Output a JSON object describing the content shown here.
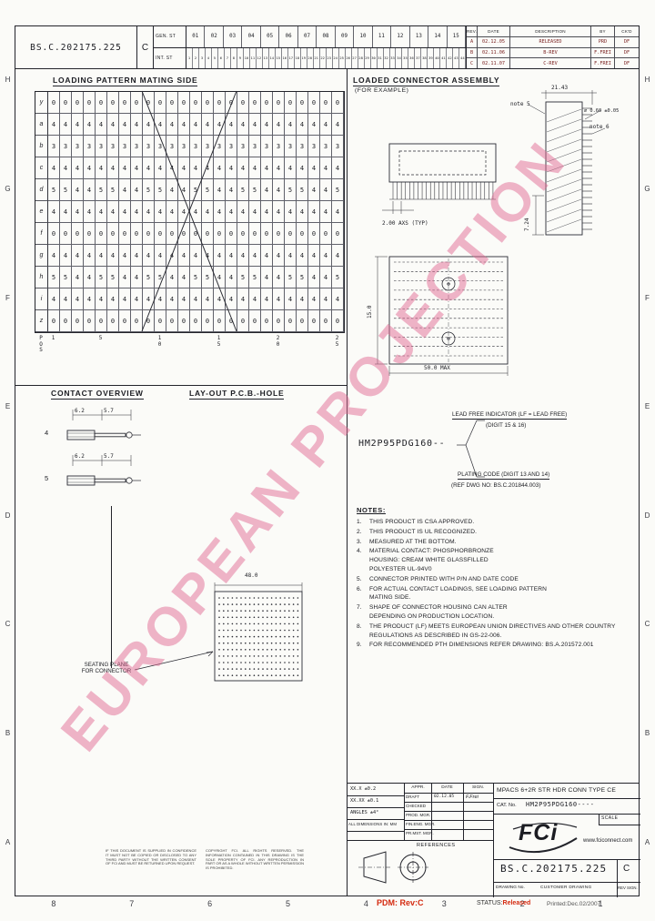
{
  "page": {
    "watermark": "EUROPEAN PROJECTION"
  },
  "frame": {
    "zone_letters": [
      "H",
      "G",
      "F",
      "E",
      "D",
      "C",
      "B",
      "A"
    ],
    "zone_numbers_bottom": [
      "8",
      "7",
      "6",
      "5",
      "4",
      "3",
      "2",
      "1"
    ]
  },
  "header": {
    "doc_number": "BS.C.202175.225",
    "revision": "C",
    "gen_st_label": "GEN. ST",
    "int_st_label": "INT. ST",
    "gen_st_cells": [
      "01",
      "02",
      "03",
      "04",
      "05",
      "06",
      "07",
      "08",
      "09",
      "10",
      "11",
      "12",
      "13",
      "14",
      "15"
    ],
    "int_st_cells": [
      "1",
      "2",
      "3",
      "4",
      "5",
      "6",
      "7",
      "8",
      "9",
      "10",
      "11",
      "12",
      "13",
      "14",
      "15",
      "16",
      "17",
      "18",
      "19",
      "20",
      "21",
      "22",
      "23",
      "24",
      "25",
      "26",
      "27",
      "28",
      "29",
      "30",
      "31",
      "32",
      "33",
      "34",
      "35",
      "36",
      "37",
      "38",
      "39",
      "40",
      "41",
      "42",
      "43",
      "44"
    ],
    "rev_table": {
      "headers": [
        "REV.",
        "DATE",
        "DESCRIPTION",
        "BY",
        "CK'D"
      ],
      "rows": [
        {
          "rev": "A",
          "date": "02.12.05",
          "description": "RELEASED",
          "by": "PRD",
          "ckd": "DF"
        },
        {
          "rev": "B",
          "date": "02.11.06",
          "description": "B-REV",
          "by": "F.FREI",
          "ckd": "DF"
        },
        {
          "rev": "C",
          "date": "02.11.07",
          "description": "C-REV",
          "by": "F.FREI",
          "ckd": "DF"
        }
      ]
    }
  },
  "loading_pattern": {
    "title": "LOADING PATTERN MATING SIDE",
    "rows": [
      {
        "label": "y",
        "cells": "0000000000000000000000000"
      },
      {
        "label": "a",
        "cells": "4444444444444444444444444"
      },
      {
        "label": "b",
        "cells": "3333333333333333333333333"
      },
      {
        "label": "c",
        "cells": "4444444444444444444444444"
      },
      {
        "label": "d",
        "cells": "5544554455445544554455445"
      },
      {
        "label": "e",
        "cells": "4444444444444444444444444"
      },
      {
        "label": "f",
        "cells": "0000000000000000000000000"
      },
      {
        "label": "g",
        "cells": "4444444444444444444444444"
      },
      {
        "label": "h",
        "cells": "5544554455445544554455445"
      },
      {
        "label": "i",
        "cells": "4444444444444444444444444"
      },
      {
        "label": "z",
        "cells": "0000000000000000000000000"
      }
    ],
    "pos_label": "POS",
    "pos_markers": [
      {
        "col": 1,
        "label": "1"
      },
      {
        "col": 5,
        "label": "5"
      },
      {
        "col": 10,
        "label": "10"
      },
      {
        "col": 15,
        "label": "15"
      },
      {
        "col": 20,
        "label": "20"
      },
      {
        "col": 25,
        "label": "25"
      }
    ]
  },
  "assembly": {
    "title": "LOADED CONNECTOR ASSEMBLY",
    "subtitle": "(FOR EXAMPLE)",
    "dims": {
      "top_width": "21.43",
      "note5": "note 5",
      "pin_dia": "⌀ 0.60 ±0.05",
      "note6": "note 6",
      "side_height": "7.24",
      "pitch": "2.00 AXS (TYP)",
      "conn_height": "15.0",
      "length_max": "50.0 MAX"
    }
  },
  "contact_overview": {
    "title": "CONTACT OVERVIEW",
    "contacts": [
      {
        "label": "4",
        "dim1": "6.2",
        "dim2": "5.7"
      },
      {
        "label": "5",
        "dim1": "6.2",
        "dim2": "5.7"
      }
    ],
    "seating_line1": "SEATING PLANE",
    "seating_line2": "FOR CONNECTOR"
  },
  "pcb_layout": {
    "title": "LAY-OUT P.C.B.-HOLE",
    "dim_width": "48.0"
  },
  "part_number": {
    "value": "HM2P95PDG160--",
    "lead_free_line1": "LEAD FREE INDICATOR (LF = LEAD FREE)",
    "lead_free_line2": "(DIGIT 15 & 16)",
    "plating_line1": "PLATING CODE (DIGIT 13 AND 14)",
    "plating_line2": "(REF DWG NO: BS.C.201844.003)"
  },
  "notes": {
    "title": "NOTES:",
    "items": [
      [
        "THIS PRODUCT IS CSA APPROVED."
      ],
      [
        "THIS PRODUCT IS UL RECOGNIZED."
      ],
      [
        "MEASURED AT THE BOTTOM."
      ],
      [
        "MATERIAL CONTACT: PHOSPHORBRONZE",
        "HOUSING: CREAM WHITE GLASSFILLED",
        "POLYESTER UL-94V0"
      ],
      [
        "CONNECTOR PRINTED WITH P/N AND DATE CODE"
      ],
      [
        "FOR ACTUAL CONTACT LOADINGS, SEE LOADING PATTERN",
        "MATING SIDE."
      ],
      [
        "SHAPE OF CONNECTOR HOUSING CAN ALTER",
        "DEPENDING ON PRODUCTION LOCATION."
      ],
      [
        "THE PRODUCT (LF) MEETS EUROPEAN UNION DIRECTIVES AND OTHER COUNTRY",
        "REGULATIONS AS DESCRIBED IN GS-22-006."
      ],
      [
        "FOR RECOMMENDED PTH DIMENSIONS REFER DRAWING: BS.A.201572.001"
      ]
    ]
  },
  "title_block": {
    "tolerances": [
      "XX.X  ±0.2",
      "XX.XX ±0.1",
      "ANGLES ±4°"
    ],
    "dimensions_note": "ALL DIMENSIONS IN: MM",
    "appr_label": "APPR.",
    "date_label": "DATE",
    "sign_label": "SIGN.",
    "rows": [
      {
        "label": "DRAFT",
        "date": "02.12.05",
        "sign": "F.Frei"
      },
      {
        "label": "CHECKED",
        "date": "",
        "sign": ""
      },
      {
        "label": "PROD. MGR.",
        "date": "",
        "sign": ""
      },
      {
        "label": "FIN.ENG. MGR.",
        "date": "",
        "sign": ""
      },
      {
        "label": "PR.MST. MGR.",
        "date": "",
        "sign": ""
      }
    ],
    "title": "MPACS 6+2R STR  HDR CONN TYPE CE",
    "cat_label": "CAT. No.",
    "cat_no": "HM2P95PDG160----",
    "logo_text": "FCi",
    "website": "www.fciconnect.com",
    "scale_label": "SCALE",
    "references_label": "REFERENCES",
    "drawing_no": "BS.C.202175.225",
    "drawing_rev": "C",
    "drawing_no_label": "DRAWING No.",
    "customer_drawing_label": "CUSTOMER DRAWING",
    "rev_sign_label": "REV SIGN."
  },
  "footer": {
    "pdm": "PDM: Rev:C",
    "status_label": "STATUS:",
    "status_value": "Released",
    "printed": "Printed:Dec.02/2007"
  },
  "legal": {
    "block1": "IF THIS DOCUMENT IS SUPPLIED IN CONFIDENCE IT MUST NOT BE COPIED OR DISCLOSED TO ANY THIRD PARTY WITHOUT THE WRITTEN CONSENT OF FCI AND MUST BE RETURNED UPON REQUEST.",
    "block2": "COPYRIGHT FCI. ALL RIGHTS RESERVED. THE INFORMATION CONTAINED IN THIS DRAWING IS THE SOLE PROPERTY OF FCI. ANY REPRODUCTION IN PART OR AS A WHOLE WITHOUT WRITTEN PERMISSION IS PROHIBITED."
  }
}
